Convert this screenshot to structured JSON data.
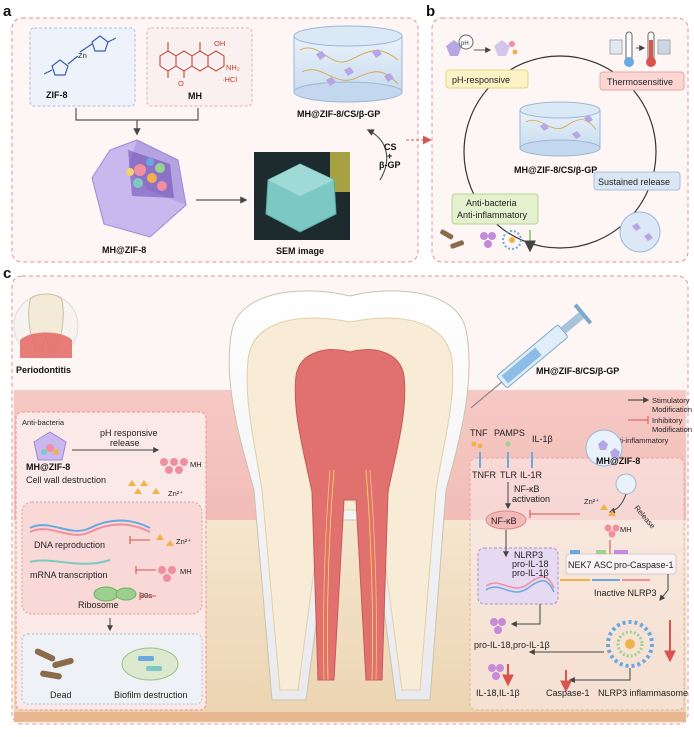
{
  "panels": {
    "a": {
      "letter": "a",
      "zif8_label": "ZIF-8",
      "zn_label": "Zn",
      "mh_label": "MH",
      "hcl_label": "·HCl",
      "nh2_label": "NH₂",
      "oh_label": "OH",
      "o_label": "O",
      "mh_zif8_label": "MH@ZIF-8",
      "sem_label": "SEM image",
      "hydrogel_label": "MH@ZIF-8/CS/β-GP",
      "cs_label": "CS",
      "plus_label": "+",
      "bgp_label": "β-GP"
    },
    "b": {
      "letter": "b",
      "ph_bubble": "pH",
      "ph_responsive": "pH-responsive",
      "thermosensitive": "Thermosensitive",
      "center_label": "MH@ZIF-8/CS/β-GP",
      "anti_bacteria": "Anti-bacteria",
      "anti_inflammatory": "Anti-inflammatory",
      "sustained_release": "Sustained release"
    },
    "c": {
      "letter": "c",
      "periodontitis": "Periodontitis",
      "syringe_label": "MH@ZIF-8/CS/β-GP",
      "legend": {
        "stimulatory": "Stimulatory",
        "stim_mod": "Modification",
        "inhibitory": "Inhibitory",
        "inhib_mod": "Modification",
        "anti_inflam": "Anti-inflammatory"
      },
      "left": {
        "title": "Anti-bacteria",
        "ph_release_1": "pH responsive",
        "ph_release_2": "release",
        "mh_zif8": "MH@ZIF-8",
        "mh": "MH",
        "cell_wall": "Cell wall destruction",
        "zn": "Zn²⁺",
        "zn2": "Zn²⁺",
        "dna": "DNA reproduction",
        "mrna": "mRNA transcription",
        "mh2": "MH",
        "ribosome": "Ribosome",
        "s30": "30s",
        "dead": "Dead",
        "biofilm": "Biofilm destruction"
      },
      "right": {
        "tnf": "TNF",
        "pamps": "PAMPS",
        "il1b": "IL-1β",
        "tnfr": "TNFR",
        "tlr": "TLR",
        "il1r": "IL-1R",
        "mh_zif8": "MH@ZIF-8",
        "nfkb_act_1": "NF-κB",
        "nfkb_act_2": "activation",
        "release": "Release",
        "zn": "Zn²⁺",
        "nfkb": "NF-κB",
        "mh": "MH",
        "nlrp3": "NLRP3",
        "pro_il18": "pro-IL-18",
        "pro_il1b": "pro-IL-1β",
        "nek7": "NEK7",
        "asc": "ASC",
        "pro_casp1": "pro-Caspase-1",
        "inactive_nlrp3": "Inactive NLRP3",
        "pro_il_pair": "pro-IL-18,pro-IL-1β",
        "il_pair": "IL-18,IL-1β",
        "casp1": "Caspase-1",
        "inflammasome": "NLRP3 inflammasome"
      }
    }
  },
  "colors": {
    "panel_border": "#e8928f",
    "gum": "#f2b8b4",
    "bone": "#f3e2c8",
    "dentin": "#f8ecd6",
    "pulp": "#e0716e",
    "zif": "#b7a6e6",
    "mh_pink": "#ef8fa0",
    "zn_orange": "#f0b24a",
    "sem_teal": "#7cc8c3",
    "inhibit_red": "#d9534f"
  }
}
